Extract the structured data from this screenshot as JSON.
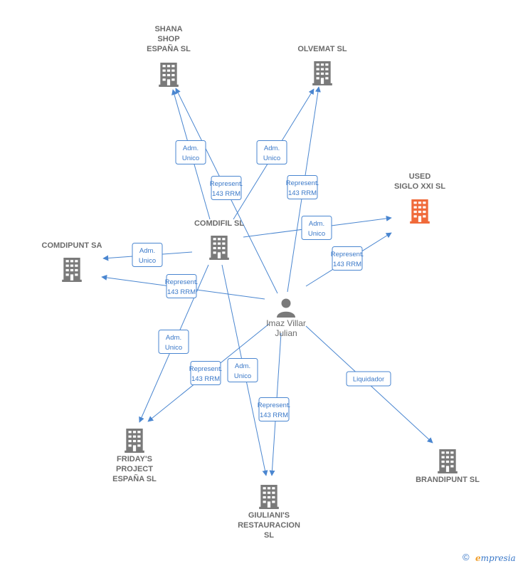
{
  "colors": {
    "edge": "#4a86d0",
    "building": "#7a7a7a",
    "highlight": "#f06a3a",
    "label": "#6b6b6b"
  },
  "nodes": [
    {
      "id": "shana",
      "type": "company",
      "lines": [
        "SHANA",
        "SHOP",
        "ESPAÑA SL"
      ],
      "icon": "building-icon"
    },
    {
      "id": "olvemat",
      "type": "company",
      "lines": [
        "OLVEMAT SL"
      ],
      "icon": "building-icon"
    },
    {
      "id": "used",
      "type": "company",
      "highlight": true,
      "lines": [
        "USED",
        "SIGLO XXI SL"
      ],
      "icon": "building-icon"
    },
    {
      "id": "comdifil",
      "type": "company",
      "lines": [
        "COMDIFIL SL"
      ],
      "icon": "building-icon"
    },
    {
      "id": "comdipunt",
      "type": "company",
      "lines": [
        "COMDIPUNT SA"
      ],
      "icon": "building-icon"
    },
    {
      "id": "person",
      "type": "person",
      "lines": [
        "Imaz Villar",
        "Julian"
      ],
      "icon": "person-icon"
    },
    {
      "id": "fridays",
      "type": "company",
      "lines": [
        "FRIDAY'S",
        "PROJECT",
        "ESPAÑA SL"
      ],
      "icon": "building-icon"
    },
    {
      "id": "giulianis",
      "type": "company",
      "lines": [
        "GIULIANI'S",
        "RESTAURACION",
        "SL"
      ],
      "icon": "building-icon"
    },
    {
      "id": "brandipunt",
      "type": "company",
      "lines": [
        "BRANDIPUNT SL"
      ],
      "icon": "building-icon"
    }
  ],
  "edges": [
    {
      "from": "comdifil",
      "to": "shana",
      "lines": [
        "Adm.",
        "Unico"
      ]
    },
    {
      "from": "comdifil",
      "to": "olvemat",
      "lines": [
        "Adm.",
        "Unico"
      ]
    },
    {
      "from": "comdifil",
      "to": "used",
      "lines": [
        "Adm.",
        "Unico"
      ]
    },
    {
      "from": "comdifil",
      "to": "comdipunt",
      "lines": [
        "Adm.",
        "Unico"
      ]
    },
    {
      "from": "comdifil",
      "to": "fridays",
      "lines": [
        "Adm.",
        "Unico"
      ]
    },
    {
      "from": "comdifil",
      "to": "giulianis",
      "lines": [
        "Adm.",
        "Unico"
      ]
    },
    {
      "from": "person",
      "to": "shana",
      "lines": [
        "Represent.",
        "143 RRM"
      ]
    },
    {
      "from": "person",
      "to": "olvemat",
      "lines": [
        "Represent.",
        "143 RRM"
      ]
    },
    {
      "from": "person",
      "to": "used",
      "lines": [
        "Represent.",
        "143 RRM"
      ]
    },
    {
      "from": "person",
      "to": "comdipunt",
      "lines": [
        "Represent.",
        "143 RRM"
      ]
    },
    {
      "from": "person",
      "to": "fridays",
      "lines": [
        "Represent.",
        "143 RRM"
      ]
    },
    {
      "from": "person",
      "to": "giulianis",
      "lines": [
        "Represent.",
        "143 RRM"
      ]
    },
    {
      "from": "person",
      "to": "brandipunt",
      "lines": [
        "Liquidador"
      ]
    }
  ],
  "footer": {
    "copyright": "©",
    "brand_initial": "e",
    "brand_rest": "mpresia"
  }
}
